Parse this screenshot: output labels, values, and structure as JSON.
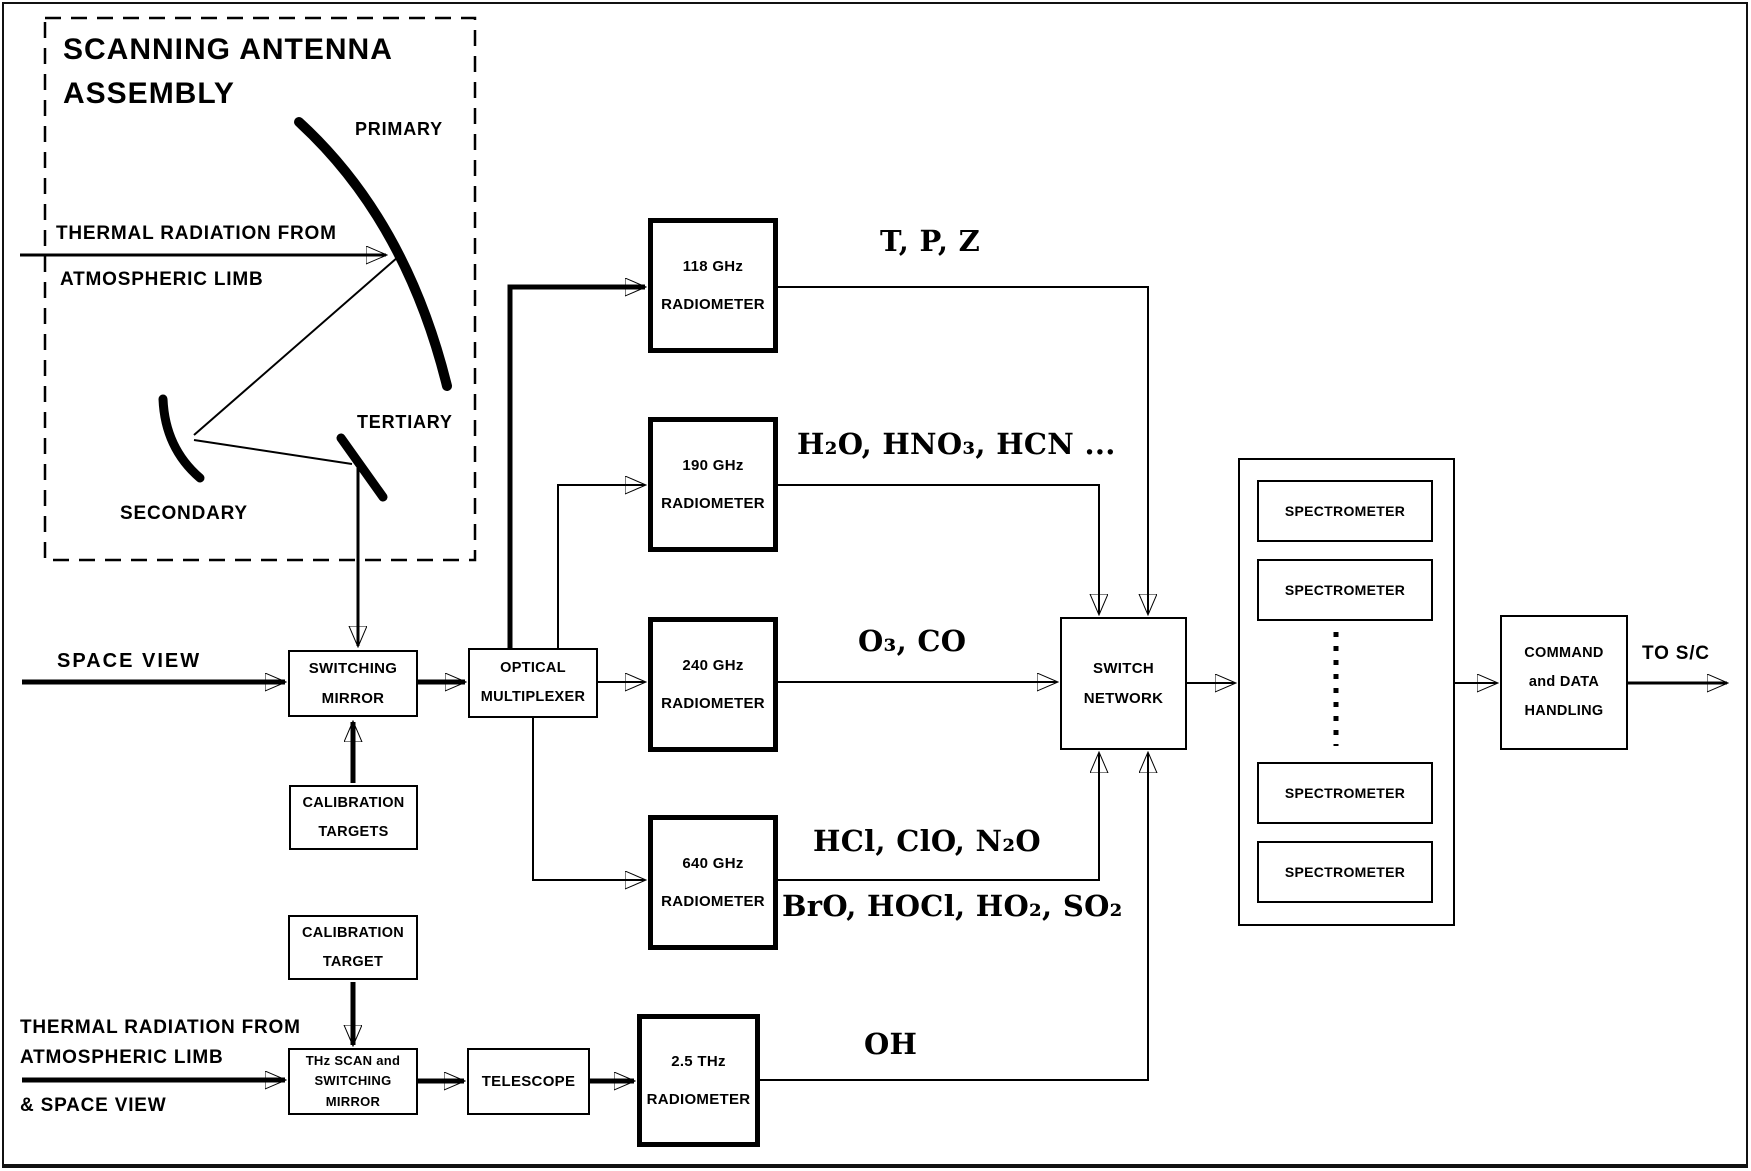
{
  "figure": {
    "antenna_assembly": {
      "title": "SCANNING ANTENNA\nASSEMBLY",
      "mirrors": {
        "primary": "PRIMARY",
        "secondary": "SECONDARY",
        "tertiary": "TERTIARY"
      },
      "input_label": {
        "line1": "THERMAL RADIATION FROM",
        "line2": "ATMOSPHERIC LIMB"
      }
    },
    "ghz_path": {
      "space_view_label": "SPACE VIEW",
      "switching_mirror_label": "SWITCHING\nMIRROR",
      "calibration_targets_label": "CALIBRATION\nTARGETS",
      "optical_multiplexer_label": "OPTICAL\nMULTIPLEXER"
    },
    "thz_path": {
      "input_label": {
        "line1": "THERMAL RADIATION FROM",
        "line2": "ATMOSPHERIC LIMB",
        "line3": "& SPACE VIEW"
      },
      "calibration_target_label": "CALIBRATION\nTARGET",
      "scan_mirror_label": "THz SCAN and\nSWITCHING\nMIRROR",
      "telescope_label": "TELESCOPE"
    },
    "radiometers": {
      "r118": {
        "label": "118 GHz\nRADIOMETER",
        "products": "T, P, Z"
      },
      "r190": {
        "label": "190 GHz\nRADIOMETER",
        "products": "H₂O, HNO₃, HCN ..."
      },
      "r240": {
        "label": "240 GHz\nRADIOMETER",
        "products": "O₃, CO"
      },
      "r640": {
        "label": "640 GHz\nRADIOMETER",
        "products_line1": "HCl, ClO, N₂O",
        "products_line2": "BrO, HOCl, HO₂, SO₂"
      },
      "rthz": {
        "label": "2.5 THz\nRADIOMETER",
        "products": "OH"
      }
    },
    "back_end": {
      "switch_network_label": "SWITCH\nNETWORK",
      "spectrometer_labels": [
        "SPECTROMETER",
        "SPECTROMETER",
        "SPECTROMETER",
        "SPECTROMETER"
      ],
      "command_label": "COMMAND\nand DATA\nHANDLING",
      "output_label": "TO S/C"
    },
    "colors": {
      "ink": "#000000",
      "background": "#ffffff"
    }
  }
}
